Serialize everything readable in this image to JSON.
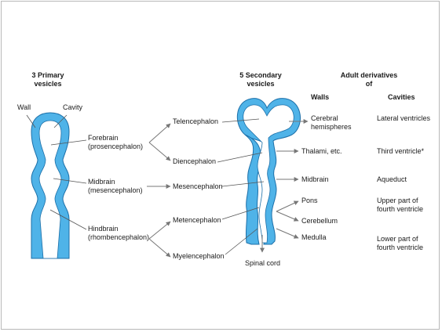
{
  "primary": {
    "heading_line1": "3 Primary",
    "heading_line2": "vesicles",
    "wall": "Wall",
    "cavity": "Cavity",
    "forebrain": "Forebrain",
    "forebrain_sub": "(prosencephalon)",
    "midbrain": "Midbrain",
    "midbrain_sub": "(mesencephalon)",
    "hindbrain": "Hindbrain",
    "hindbrain_sub": "(rhombencephalon)"
  },
  "secondary": {
    "heading_line1": "5 Secondary",
    "heading_line2": "vesicles",
    "items": [
      "Telencephalon",
      "Diencephalon",
      "Mesencephalon",
      "Metencephalon",
      "Myelencephalon"
    ],
    "spinal_cord": "Spinal cord"
  },
  "adult": {
    "heading_line1": "Adult derivatives",
    "heading_line2": "of",
    "walls_header": "Walls",
    "cavities_header": "Cavities",
    "walls": [
      "Cerebral",
      "hemispheres",
      "Thalami, etc.",
      "Midbrain",
      "Pons",
      "Cerebellum",
      "Medulla"
    ],
    "cavities": [
      "Lateral ventricles",
      "Third ventricle*",
      "Aqueduct",
      "Upper part of",
      "fourth ventricle",
      "Lower part of",
      "fourth ventricle"
    ]
  },
  "colors": {
    "tube_fill": "#4fb3e8",
    "tube_edge": "#1c6fa8",
    "line": "#555555",
    "arrow": "#777777"
  }
}
